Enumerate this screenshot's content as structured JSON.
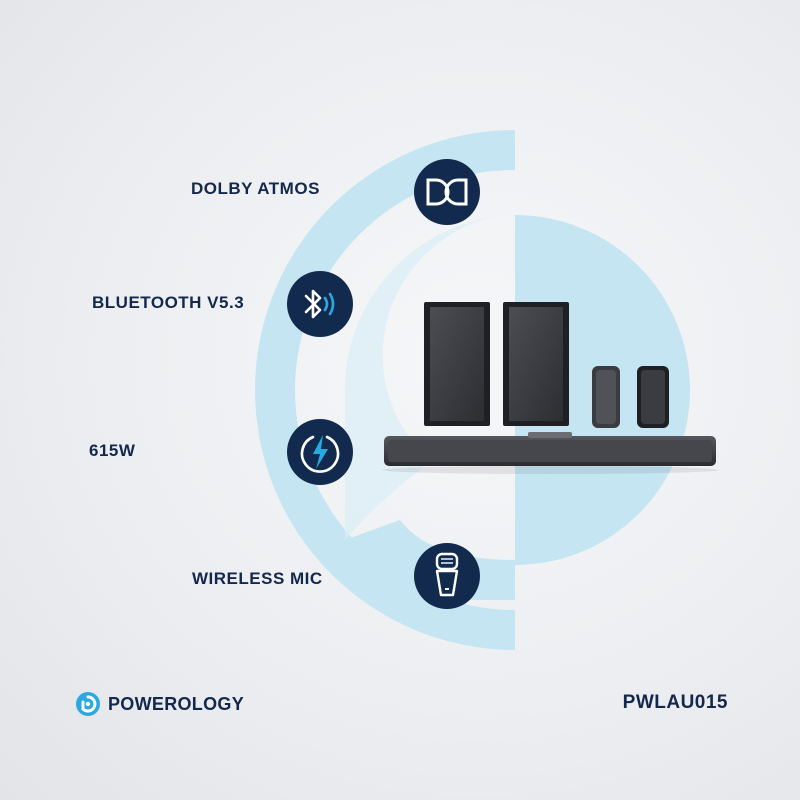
{
  "features": [
    {
      "label": "DOLBY ATMOS",
      "icon": "dolby-icon"
    },
    {
      "label": "BLUETOOTH V5.3",
      "icon": "bluetooth-icon"
    },
    {
      "label": "615W",
      "icon": "power-bolt-icon"
    },
    {
      "label": "WIRELESS MIC",
      "icon": "microphone-icon"
    }
  ],
  "brand": {
    "name": "POWEROLOGY",
    "icon": "powerology-logo-icon"
  },
  "model": "PWLAU015",
  "colors": {
    "navy": "#13284c",
    "light_blue": "#bfe3f1",
    "accent_blue": "#2aa9e0",
    "background": "#eceef1"
  }
}
